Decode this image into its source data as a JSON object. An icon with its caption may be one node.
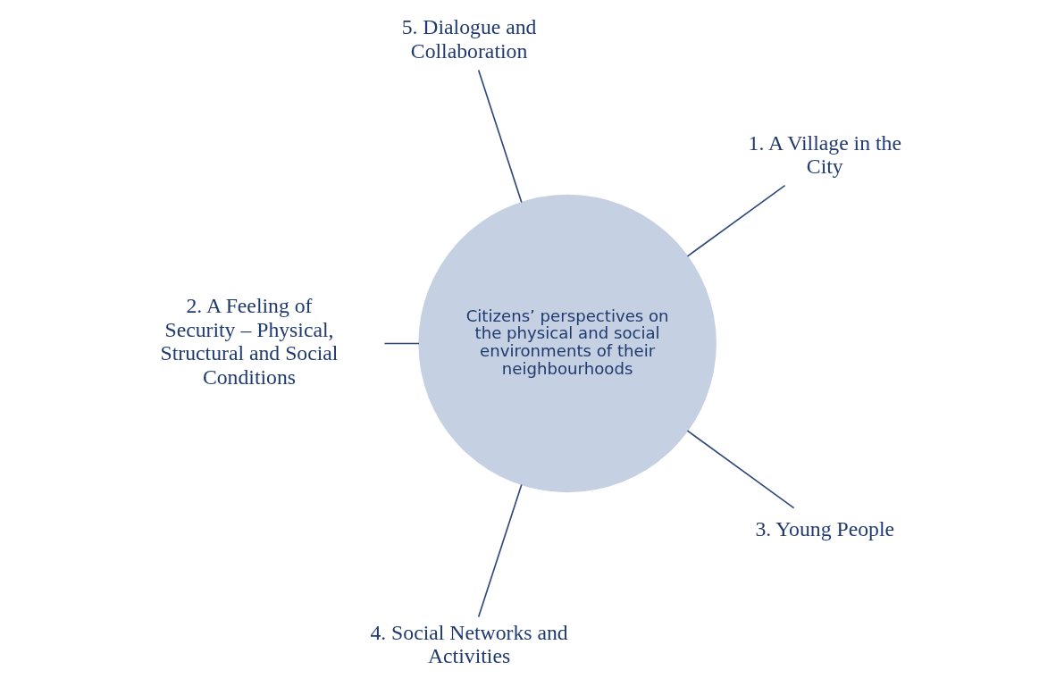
{
  "diagram": {
    "nodes": [
      {
        "text": [
          "1. A Village in the City"
        ]
      },
      {
        "text": [
          "5. Dialogue and Collaboration"
        ]
      },
      {
        "text": [
          "2. A Feeling of Security – Physical, Structural and Social Conditions"
        ]
      },
      {
        "text": [
          "Citizens’ perspectives on the physical and social environments of their neighbourhoods"
        ]
      },
      {
        "text": [
          "4. Social Networks and Activities"
        ]
      },
      {
        "text": [
          "3. Young People"
        ]
      }
    ],
    "edges": [
      {
        "from": 3,
        "to": 0,
        "arrow": "none"
      },
      {
        "from": 3,
        "to": 2,
        "arrow": "none"
      },
      {
        "from": 3,
        "to": 5,
        "arrow": "none"
      },
      {
        "from": 3,
        "to": 4,
        "arrow": "none"
      },
      {
        "from": 3,
        "to": 1,
        "arrow": "none"
      }
    ]
  }
}
